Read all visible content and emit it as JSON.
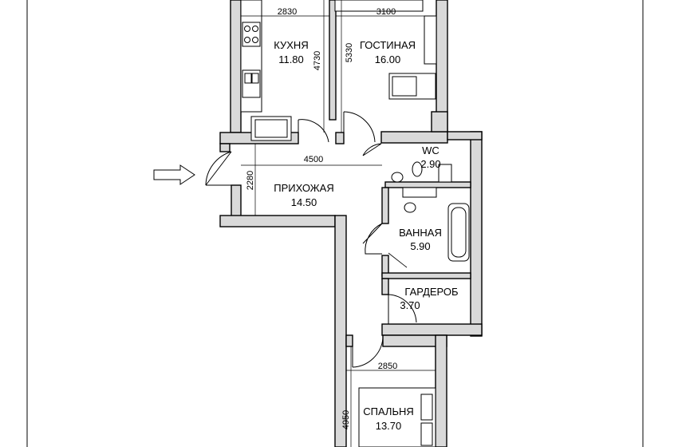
{
  "rooms": {
    "kitchen": {
      "name": "КУХНЯ",
      "area": "11.80"
    },
    "living": {
      "name": "ГОСТИНАЯ",
      "area": "16.00"
    },
    "wc": {
      "name": "WC",
      "area": "2.90"
    },
    "hall": {
      "name": "ПРИХОЖАЯ",
      "area": "14.50"
    },
    "bath": {
      "name": "ВАННАЯ",
      "area": "5.90"
    },
    "wardrobe": {
      "name": "ГАРДЕРОБ",
      "area": "3.70"
    },
    "bedroom": {
      "name": "СПАЛЬНЯ",
      "area": "13.70"
    }
  },
  "dimensions": {
    "kitchen_width": "2830",
    "living_width": "3100",
    "kitchen_depth": "4730",
    "living_depth": "5330",
    "hall_width": "4500",
    "hall_depth": "2280",
    "bedroom_width": "2850",
    "bedroom_depth": "4950"
  },
  "entrance": {
    "icon": "entrance-arrow-icon"
  }
}
